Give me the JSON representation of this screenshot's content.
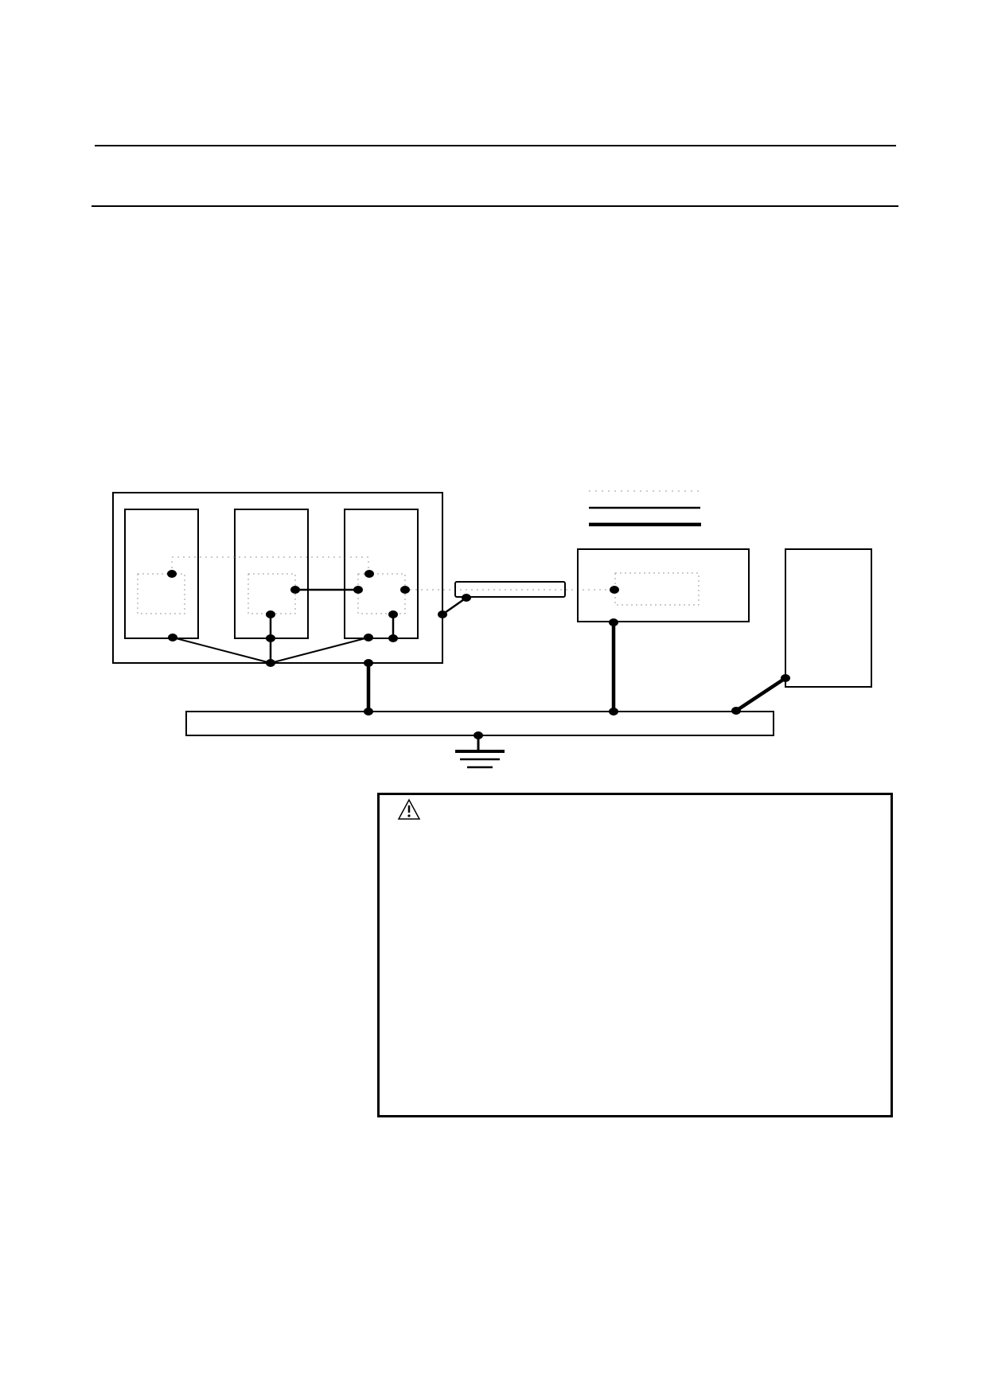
{
  "header": {
    "title": ""
  },
  "diagram": {
    "units": [
      {
        "id": "unit-1"
      },
      {
        "id": "unit-2"
      },
      {
        "id": "unit-3"
      }
    ]
  },
  "caution": {
    "icon": "warning-triangle-icon",
    "text": ""
  }
}
